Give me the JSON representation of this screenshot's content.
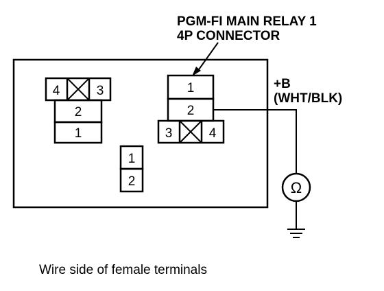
{
  "title": {
    "line1": "PGM-FI MAIN RELAY 1",
    "line2": "4P CONNECTOR"
  },
  "power": {
    "label": "+B",
    "wire": "(WHT/BLK)"
  },
  "meter": {
    "symbol": "Ω",
    "icon": "ohmmeter-icon"
  },
  "ground": {
    "icon": "ground-icon"
  },
  "left_connector": {
    "top_left": "4",
    "top_right": "3",
    "middle": "2",
    "bottom": "1"
  },
  "small_connector": {
    "top": "1",
    "bottom": "2"
  },
  "relay_connector": {
    "top": "1",
    "middle": "2",
    "bottom_left": "3",
    "bottom_right": "4"
  },
  "caption": "Wire side of female terminals",
  "colors": {
    "line": "#000000",
    "background": "#ffffff"
  }
}
